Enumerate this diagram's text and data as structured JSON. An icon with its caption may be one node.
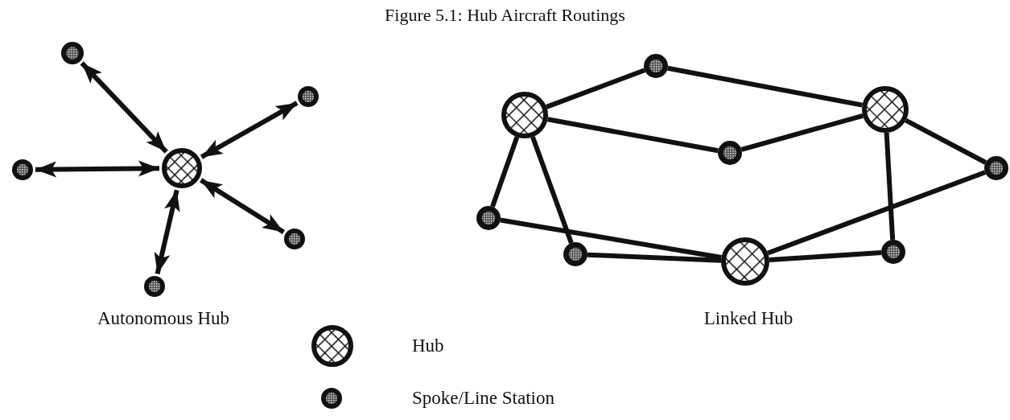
{
  "diagram": {
    "title": "Figure 5.1:  Hub Aircraft Routings",
    "nodes": [
      {
        "text": [],
        "shape": "circle"
      },
      {
        "text": [],
        "shape": "circle"
      },
      {
        "text": [],
        "shape": "circle"
      },
      {
        "text": [],
        "shape": "circle"
      },
      {
        "text": [],
        "shape": "circle"
      },
      {
        "text": [],
        "shape": "circle"
      },
      {
        "text": [],
        "shape": "circle"
      },
      {
        "text": [],
        "shape": "circle"
      },
      {
        "text": [],
        "shape": "circle"
      },
      {
        "text": [],
        "shape": "circle"
      },
      {
        "text": [],
        "shape": "circle"
      },
      {
        "text": [],
        "shape": "circle"
      },
      {
        "text": [],
        "shape": "circle"
      },
      {
        "text": [],
        "shape": "circle"
      },
      {
        "text": [],
        "shape": "circle"
      }
    ],
    "edges": [
      {
        "from": 0,
        "to": 1,
        "arrow": "both"
      },
      {
        "from": 0,
        "to": 2,
        "arrow": "both"
      },
      {
        "from": 0,
        "to": 3,
        "arrow": "both"
      },
      {
        "from": 0,
        "to": 4,
        "arrow": "both"
      },
      {
        "from": 0,
        "to": 5,
        "arrow": "both"
      },
      {
        "from": 6,
        "to": 7,
        "arrow": "none"
      },
      {
        "from": 7,
        "to": 8,
        "arrow": "none"
      },
      {
        "from": 6,
        "to": 9,
        "arrow": "none"
      },
      {
        "from": 9,
        "to": 8,
        "arrow": "none"
      },
      {
        "from": 8,
        "to": 10,
        "arrow": "none"
      },
      {
        "from": 10,
        "to": 13,
        "arrow": "none"
      },
      {
        "from": 6,
        "to": 11,
        "arrow": "none"
      },
      {
        "from": 6,
        "to": 12,
        "arrow": "none"
      },
      {
        "from": 11,
        "to": 13,
        "arrow": "none"
      },
      {
        "from": 12,
        "to": 13,
        "arrow": "none"
      },
      {
        "from": 13,
        "to": 14,
        "arrow": "none"
      },
      {
        "from": 8,
        "to": 14,
        "arrow": "none"
      }
    ],
    "labels": [
      "Autonomous Hub",
      "Linked Hub"
    ],
    "legend": [
      {
        "text": "Hub"
      },
      {
        "text": "Spoke/Line Station"
      }
    ]
  }
}
